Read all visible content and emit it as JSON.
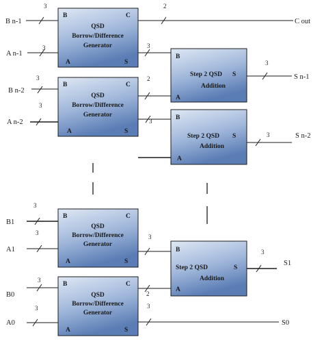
{
  "signals": {
    "bn1": "B n-1",
    "an1": "A n-1",
    "bn2": "B n-2",
    "an2": "A n-2",
    "b1": "B1",
    "a1": "A1",
    "b0": "B0",
    "a0": "A0",
    "cout": "C out",
    "sn1": "S n-1",
    "sn2": "S n-2",
    "s1": "S1",
    "s0": "S0"
  },
  "gen_block": {
    "line1": "QSD",
    "line2": "Borrow/Difference",
    "line3": "Generator",
    "port_b": "B",
    "port_c": "C",
    "port_a": "A",
    "port_s": "S"
  },
  "add_block": {
    "line1": "Step 2 QSD",
    "line2": "Addition",
    "port_b": "B",
    "port_a": "A",
    "port_s": "S"
  },
  "widths": {
    "three": "3",
    "two": "2"
  },
  "colors": {
    "block_top": "#dfe8f4",
    "block_bottom": "#5a7db5"
  }
}
